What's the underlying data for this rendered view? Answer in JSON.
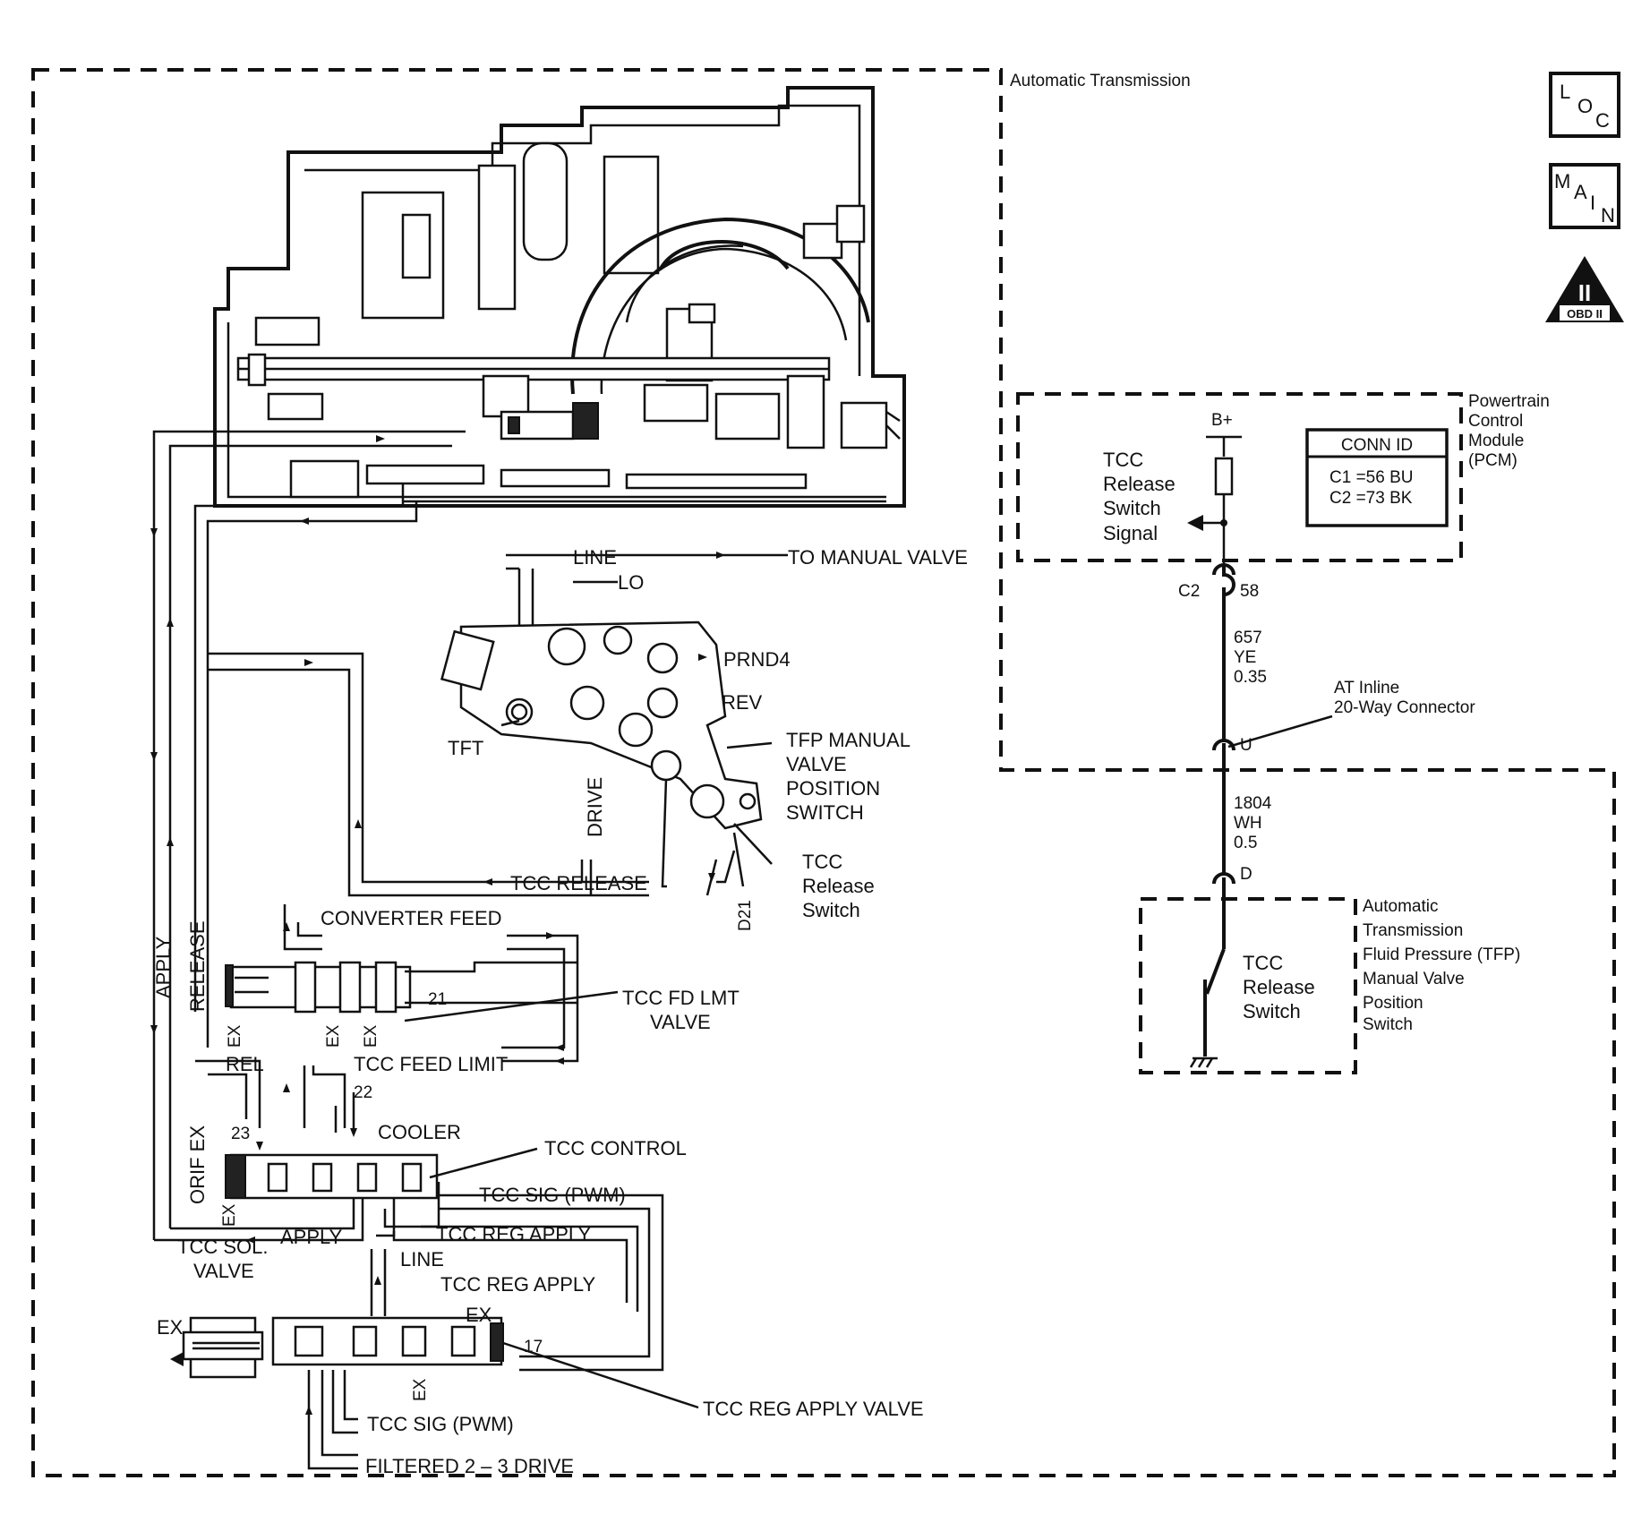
{
  "boxes": {
    "automatic_transmission": "Automatic Transmission",
    "pcm": [
      "Powertrain",
      "Control",
      "Module",
      "(PCM)"
    ],
    "tfp_switch": [
      "Automatic",
      "Transmission",
      "Fluid Pressure (TFP)",
      "Manual Valve",
      "Position",
      "Switch"
    ]
  },
  "icons": {
    "loc": {
      "l": "L",
      "o": "O",
      "c": "C"
    },
    "main": {
      "m": "M",
      "a": "A",
      "i": "I",
      "n": "N"
    },
    "obd": {
      "numeral": "II",
      "label": "OBD II"
    }
  },
  "pcm": {
    "signal": [
      "TCC",
      "Release",
      "Switch",
      "Signal"
    ],
    "bplus": "B+",
    "conn_id": {
      "title": "CONN ID",
      "c1": "C1 =56 BU",
      "c2": "C2 =73 BK"
    }
  },
  "wiring": {
    "c2": "C2",
    "pin58": "58",
    "wire1": [
      "657",
      "YE",
      "0.35"
    ],
    "inline": [
      "AT Inline",
      "20-Way Connector"
    ],
    "pin_u": "U",
    "wire2": [
      "1804",
      "WH",
      "0.5"
    ],
    "pin_d": "D",
    "switch": [
      "TCC",
      "Release",
      "Switch"
    ]
  },
  "hydraulic": {
    "line_top": "LINE",
    "to_manual_valve": "TO MANUAL VALVE",
    "lo": "LO",
    "prnd4": "PRND4",
    "rev": "REV",
    "tft": "TFT",
    "drive": "DRIVE",
    "tfp_manual": [
      "TFP  MANUAL",
      "VALVE",
      "POSITION",
      "SWITCH"
    ],
    "tcc_release_switch": [
      "TCC",
      "Release",
      "Switch"
    ],
    "tcc_release": "TCC RELEASE",
    "d21": "D21",
    "converter_feed": "CONVERTER FEED",
    "apply_vert": "APPLY",
    "release_vert": "RELEASE",
    "n21": "21",
    "tcc_fd_lmt": [
      "TCC FD LMT",
      "VALVE"
    ],
    "ex": "EX",
    "rel": "REL",
    "tcc_feed_limit": "TCC FEED LIMIT",
    "n22": "22",
    "n23": "23",
    "orif_ex": "ORIF EX",
    "cooler": "COOLER",
    "tcc_control": "TCC CONTROL",
    "tcc_sig_pwm": "TCC SIG (PWM)",
    "apply": "APPLY",
    "tcc_reg_apply": "TCC REG APPLY",
    "tcc_sol_valve": [
      "TCC SOL.",
      "VALVE"
    ],
    "line_low": "LINE",
    "n17": "17",
    "tcc_reg_apply_valve": "TCC REG APPLY VALVE",
    "filtered": "FILTERED 2 – 3 DRIVE"
  }
}
